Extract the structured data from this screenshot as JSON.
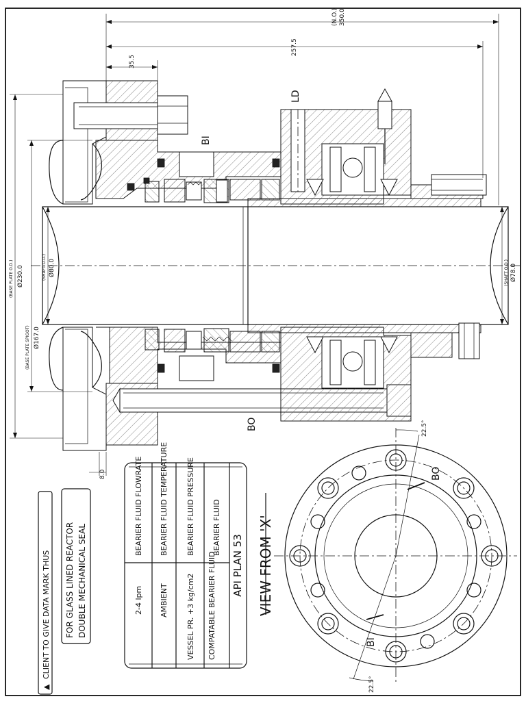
{
  "dimensions": {
    "nominal_length": "350.0",
    "nominal_length_note": "(N.O.)",
    "length_2": "257.5",
    "length_3": "35.5",
    "offset_small": "8.0",
    "base_plate_od": "Ø230.0",
    "base_plate_od_note": "(BASE PLATE O.D.)",
    "base_plate_spigot": "Ø167.0",
    "base_plate_spigot_note": "(BASE PLATE SPIGOT)",
    "shaft_od_1": "Ø80.0",
    "shaft_od_1_note": "(SHAFT O.D.)",
    "shaft_od_2": "Ø78.0",
    "shaft_od_2_note": "(SHAFT O.D.)",
    "angle_1": "22.5°",
    "angle_2": "22.5°"
  },
  "port_labels": {
    "ld": "LD",
    "bi_section": "BI",
    "bo_section": "BO",
    "bo_flange": "BO",
    "bi_flange": "BI"
  },
  "view_title": "VIEW FROM 'X'",
  "plan_table": {
    "title": "API PLAN 53",
    "rows": [
      {
        "param": "BEARIER FLUID",
        "value": "COMPATABLE BEARIER FLUID"
      },
      {
        "param": "BEARIER FLUID PRESSURE",
        "value": "VESSEL PR. +3 kg/cm2"
      },
      {
        "param": "BEARIER FLUID TEMPERATURE",
        "value": "AMBIENT"
      },
      {
        "param": "BEARIER FLUID FLOWRATE",
        "value": "2-4 lpm"
      }
    ]
  },
  "notes": {
    "title_line1": "DOUBLE MECHANICAL SEAL",
    "title_line2": "FOR GLASS LINED REACTOR",
    "client_note": "CLIENT TO GIVE DATA MARK THUS",
    "client_mark": "▲"
  }
}
